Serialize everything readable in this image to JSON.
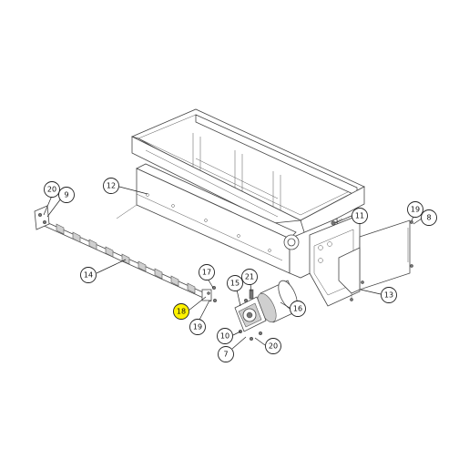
{
  "diagram": {
    "highlight_color": "#fff200",
    "callouts": [
      {
        "id": "c12",
        "label": "12",
        "highlighted": false
      },
      {
        "id": "c20a",
        "label": "20",
        "highlighted": false
      },
      {
        "id": "c9",
        "label": "9",
        "highlighted": false
      },
      {
        "id": "c14",
        "label": "14",
        "highlighted": false
      },
      {
        "id": "c17",
        "label": "17",
        "highlighted": false
      },
      {
        "id": "c18",
        "label": "18",
        "highlighted": true
      },
      {
        "id": "c19a",
        "label": "19",
        "highlighted": false
      },
      {
        "id": "c15",
        "label": "15",
        "highlighted": false
      },
      {
        "id": "c21",
        "label": "21",
        "highlighted": false
      },
      {
        "id": "c16",
        "label": "16",
        "highlighted": false
      },
      {
        "id": "c10",
        "label": "10",
        "highlighted": false
      },
      {
        "id": "c7",
        "label": "7",
        "highlighted": false
      },
      {
        "id": "c20b",
        "label": "20",
        "highlighted": false
      },
      {
        "id": "c11",
        "label": "11",
        "highlighted": false
      },
      {
        "id": "c19b",
        "label": "19",
        "highlighted": false
      },
      {
        "id": "c8",
        "label": "8",
        "highlighted": false
      },
      {
        "id": "c13",
        "label": "13",
        "highlighted": false
      }
    ]
  }
}
